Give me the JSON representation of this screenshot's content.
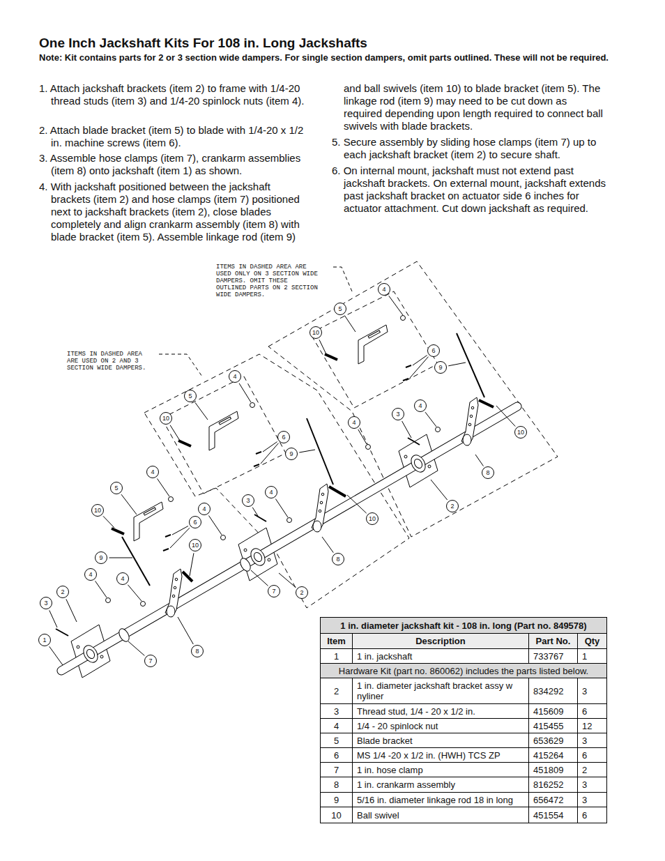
{
  "diagram": {
    "title": "One Inch Jackshaft Kits For 108 in. Long Jackshafts",
    "labels": [
      "Note: Kit contains parts for 2 or 3 section wide dampers. For single section dampers, omit parts outlined. These will not be required.",
      "1. Attach jackshaft brackets (item 2) to frame with 1/4-20 thread studs (item 3) and 1/4-20 spinlock nuts (item 4).",
      "2. Attach blade bracket (item 5) to blade with 1/4-20 x 1/2 in. machine screws (item 6).",
      "3. Assemble hose clamps (item 7), crankarm assemblies (item 8) onto jackshaft (item 1) as shown.",
      "4. With jackshaft positioned between the jackshaft brackets (item 2) and hose clamps (item 7) positioned next to jackshaft brackets (item 2), close blades completely and align crankarm assembly (item 8) with blade bracket (item 5). Assemble linkage rod (item 9)",
      "and ball swivels (item 10) to blade bracket (item 5). The linkage rod (item 9) may need to be cut down as required depending upon length required to connect ball swivels with blade brackets.",
      "5. Secure assembly by sliding hose clamps (item 7) up to each jackshaft bracket (item 2) to secure shaft.",
      "6. On internal mount, jackshaft must not extend past jackshaft brackets. On external mount, jackshaft extends past jackshaft bracket on actuator side 6 inches for actuator attachment. Cut down jackshaft as required.",
      "ITEMS IN DASHED AREA ARE USED ONLY ON 3 SECTION WIDE DAMPERS. OMIT THESE OUTLINED PARTS ON 2 SECTION WIDE DAMPERS.",
      "ITEMS IN DASHED AREA ARE USED ON 2 AND 3 SECTION WIDE DAMPERS.",
      "4",
      "5",
      "10",
      "6",
      "9",
      "4",
      "5",
      "10",
      "6",
      "9",
      "4",
      "3",
      "4",
      "10",
      "8",
      "2",
      "4",
      "5",
      "10",
      "6",
      "3",
      "4",
      "4",
      "10",
      "10",
      "9",
      "8",
      "7",
      "2",
      "4",
      "4",
      "2",
      "3",
      "1",
      "7",
      "8",
      "1 in. diameter jackshaft kit - 108 in. long (Part no. 849578)",
      "Item",
      "Description",
      "Part No.",
      "Qty",
      "1",
      "1 in. jackshaft",
      "733767",
      "1",
      "Hardware Kit (part no. 860062) includes the parts listed below.",
      "2",
      "1 in. diameter jackshaft bracket assy w nyliner",
      "834292",
      "3",
      "3",
      "Thread stud, 1/4 - 20 x 1/2 in.",
      "415609",
      "6",
      "4",
      "1/4 - 20 spinlock nut",
      "415455",
      "12",
      "5",
      "Blade bracket",
      "653629",
      "3",
      "6",
      "MS 1/4 -20 x 1/2 in. (HWH) TCS ZP",
      "415264",
      "6",
      "7",
      "1 in. hose clamp",
      "451809",
      "2",
      "8",
      "1 in. crankarm assembly",
      "816252",
      "3",
      "9",
      "5/16 in. diameter linkage rod 18 in long",
      "656472",
      "3",
      "10",
      "Ball swivel",
      "451554",
      "6"
    ]
  }
}
